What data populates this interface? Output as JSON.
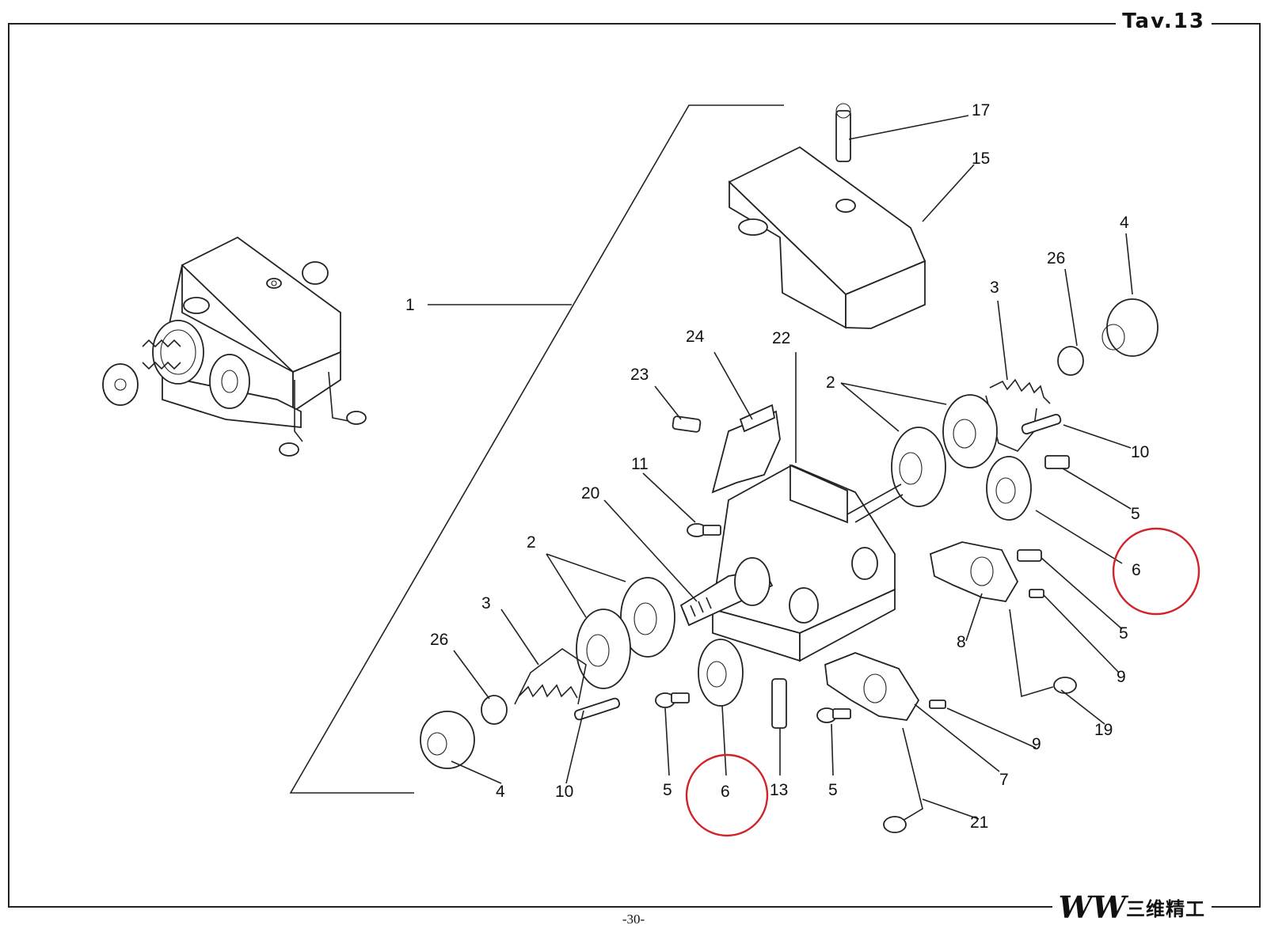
{
  "sheet_title": "Tav.13",
  "page_number": "-30-",
  "brand": {
    "mark": "W",
    "name": "三维精工"
  },
  "highlight_color": "#d0232a",
  "callouts": [
    "1",
    "17",
    "15",
    "4",
    "26",
    "3",
    "24",
    "22",
    "23",
    "2",
    "10",
    "5",
    "11",
    "20",
    "6",
    "8",
    "9",
    "19",
    "7",
    "21",
    "13"
  ]
}
